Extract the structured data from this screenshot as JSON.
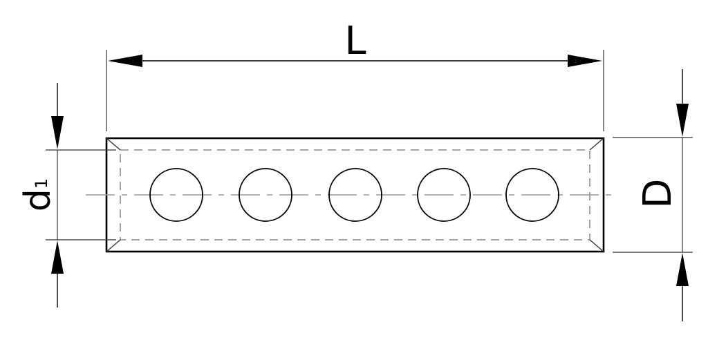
{
  "labels": {
    "length": "L",
    "diameter": "D",
    "bore_main": "d",
    "bore_sub": "1"
  },
  "colors": {
    "line": "#000000",
    "thin_line": "#333333",
    "hidden_line": "#999999",
    "center_line": "#999999",
    "background": "#ffffff"
  },
  "holes": {
    "count": 5
  }
}
